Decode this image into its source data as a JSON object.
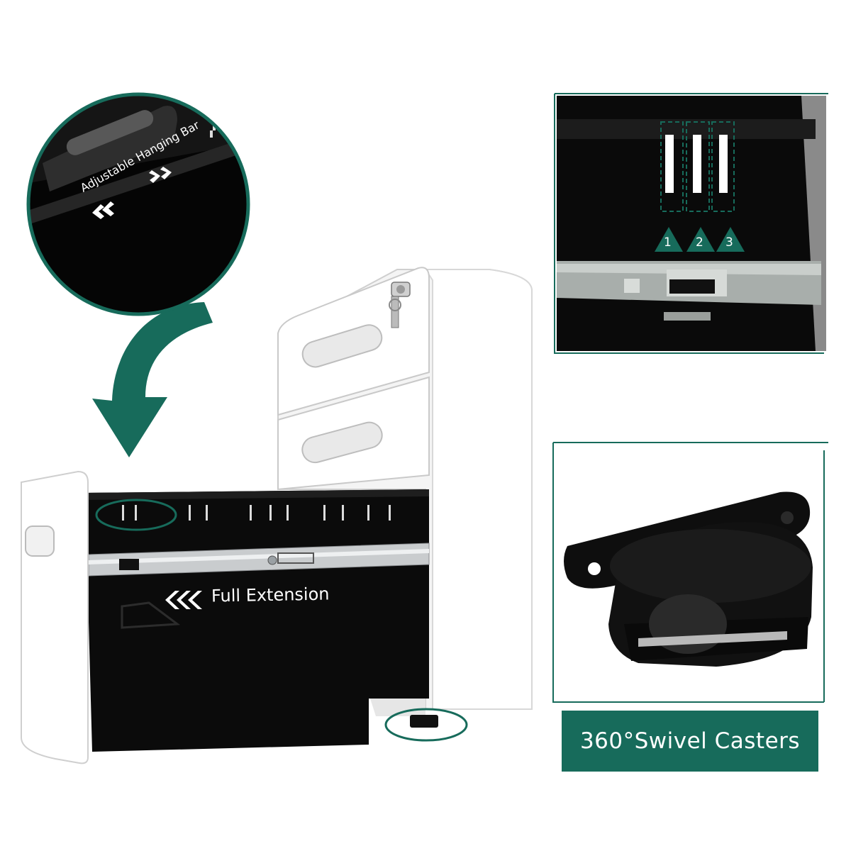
{
  "hanging_bar_callout": {
    "label": "Adjustable Hanging Bar"
  },
  "drawer": {
    "extension_label": "Full Extension"
  },
  "height_positions": {
    "labels": [
      "1",
      "2",
      "3"
    ]
  },
  "casters": {
    "banner_label": "360°Swivel Casters"
  },
  "colors": {
    "accent": "#176b5b",
    "panel": "#0d0d0d",
    "cabinet": "#ffffff"
  }
}
